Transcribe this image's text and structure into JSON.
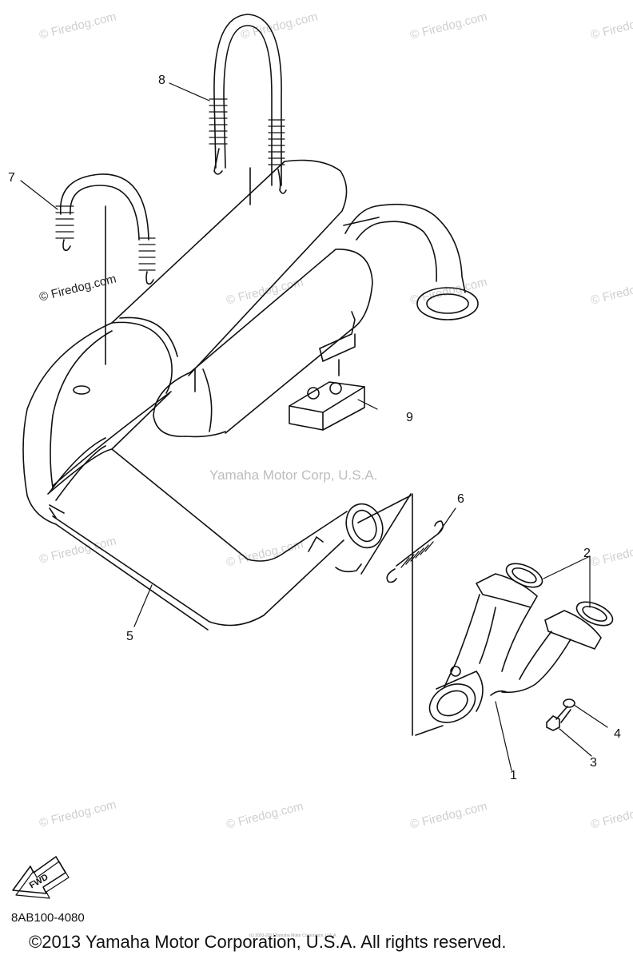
{
  "watermark": "© Firedog.com",
  "center_watermark": "Yamaha Motor Corp, U.S.A.",
  "callouts": [
    "1",
    "2",
    "3",
    "4",
    "5",
    "6",
    "7",
    "8",
    "9"
  ],
  "fwd_label": "FWD",
  "part_code": "8AB100-4080",
  "copyright": "©2013 Yamaha Motor Corporation, U.S.A. All rights reserved.",
  "tiny_note": "(c) 2003-2013 Yamaha Motor Corporation, U.S.A."
}
